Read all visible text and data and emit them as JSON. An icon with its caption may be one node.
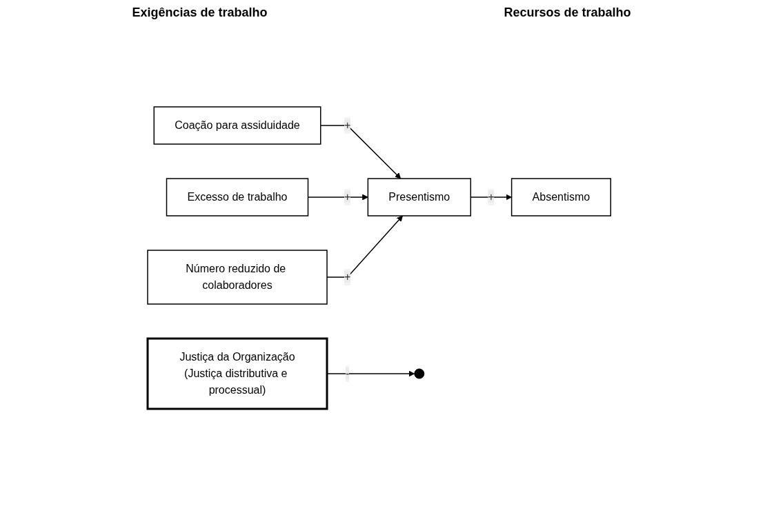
{
  "diagram": {
    "nodes": [
      {
        "text": [
          "Coação para assiduidade"
        ]
      },
      {
        "text": [
          "Excesso de trabalho"
        ]
      },
      {
        "text": [
          "Número reduzido de colaboradores"
        ]
      },
      {
        "text": [
          "Presentismo"
        ]
      },
      {
        "text": [
          "Absentismo"
        ]
      },
      {
        "text": [
          "Justiça da Organização",
          "(Justiça distributiva e processual)"
        ]
      }
    ],
    "edges": [
      {
        "from": 0,
        "to": 3,
        "arrow": "to",
        "label": "+"
      },
      {
        "from": 1,
        "to": 3,
        "arrow": "to",
        "label": "+"
      },
      {
        "from": 2,
        "to": 3,
        "arrow": "to",
        "label": "+"
      },
      {
        "from": 3,
        "to": 4,
        "arrow": "to",
        "label": "+"
      },
      {
        "from": 5,
        "to": null,
        "arrow": "to",
        "label": "-"
      }
    ],
    "labels": [
      "Recursos de trabalho",
      "Exigências de trabalho"
    ]
  }
}
